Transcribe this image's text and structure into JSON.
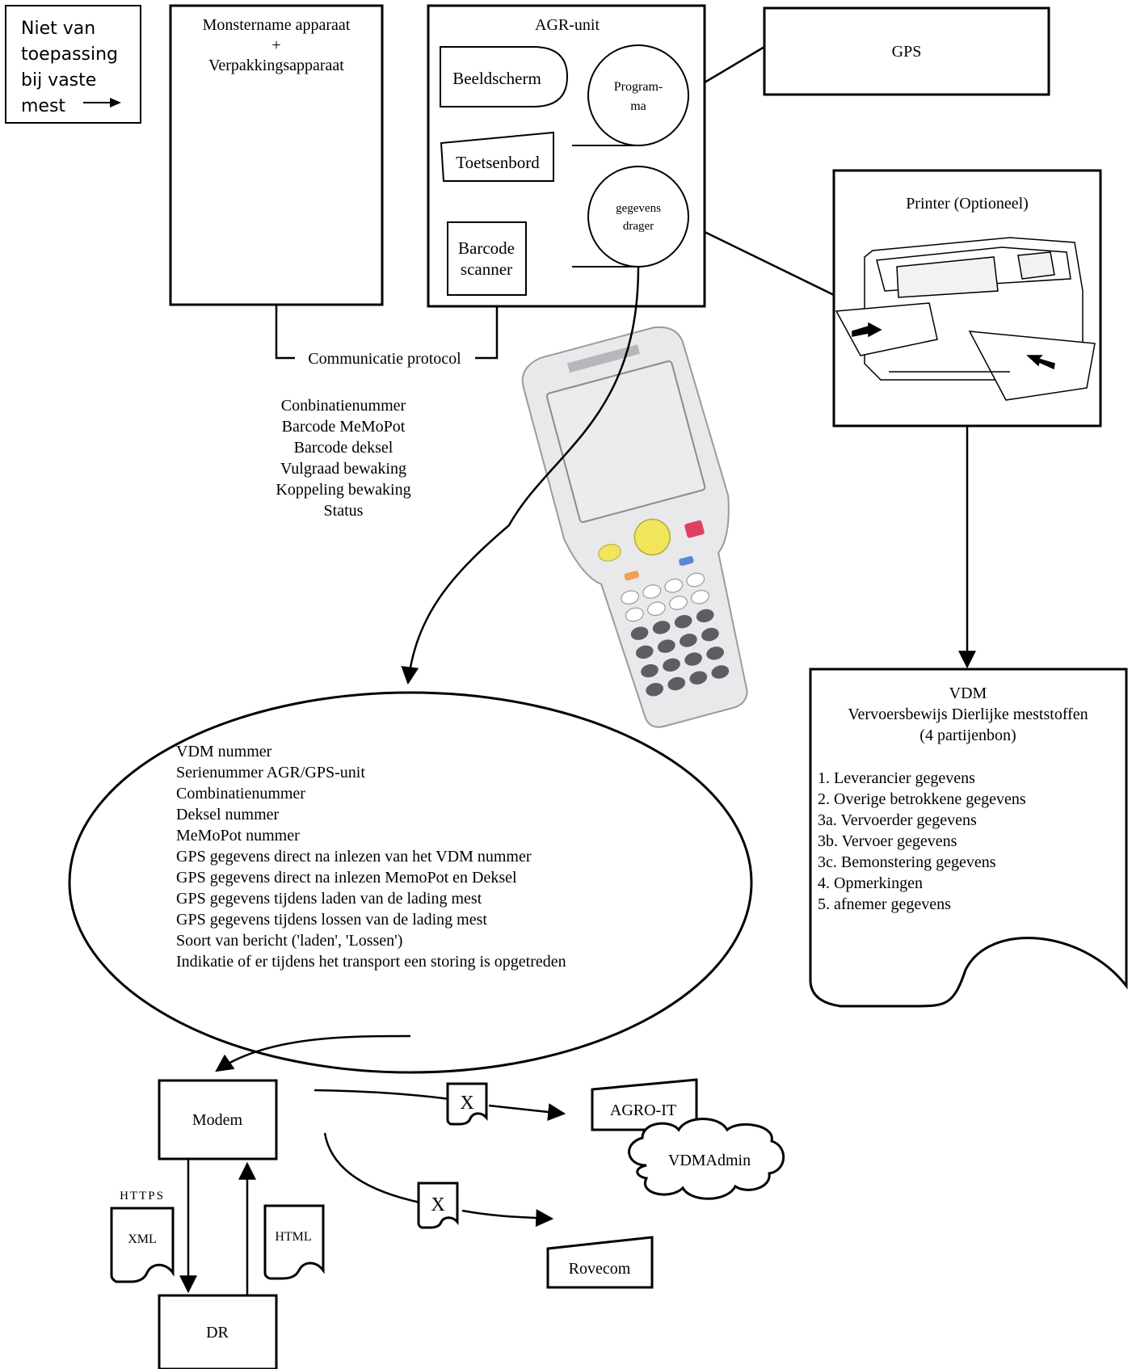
{
  "note": {
    "lines": [
      "Niet van",
      "toepassing",
      "bij vaste",
      "mest"
    ],
    "arrow": "⟶"
  },
  "monstername": {
    "line1": "Monstername apparaat",
    "line2": "+",
    "line3": "Verpakkingsapparaat"
  },
  "agr": {
    "title": "AGR-unit",
    "beeldscherm": "Beeldscherm",
    "programma_line1": "Program-",
    "programma_line2": "ma",
    "toetsenbord": "Toetsenbord",
    "gegevens_line1": "gegevens",
    "gegevens_line2": "drager",
    "barcode_line1": "Barcode",
    "barcode_line2": "scanner"
  },
  "gps": {
    "label": "GPS"
  },
  "printer": {
    "title": "Printer (Optioneel)"
  },
  "communicatie": {
    "label": "Communicatie protocol"
  },
  "handheld_list": [
    "Conbinatienummer",
    "Barcode MeMoPot",
    "Barcode deksel",
    "Vulgraad bewaking",
    "Koppeling bewaking",
    "Status"
  ],
  "vdm": {
    "line1": "VDM",
    "line2": "Vervoersbewijs Dierlijke meststoffen",
    "line3": "(4 partijenbon)",
    "items": [
      "1. Leverancier gegevens",
      "2. Overige betrokkene gegevens",
      "3a. Vervoerder gegevens",
      "3b. Vervoer gegevens",
      "3c. Bemonstering gegevens",
      "4. Opmerkingen",
      "5. afnemer gegevens"
    ]
  },
  "ellipse_items": [
    "VDM nummer",
    "Serienummer AGR/GPS-unit",
    "Combinatienummer",
    "Deksel  nummer",
    "MeMoPot nummer",
    "GPS gegevens direct na inlezen van het VDM nummer",
    "GPS gegevens direct na inlezen MemoPot en Deksel",
    "GPS gegevens tijdens laden van de lading mest",
    "GPS gegevens tijdens lossen van de lading mest",
    "Soort van bericht ('laden', 'Lossen')",
    "Indikatie of er tijdens het transport een storing is opgetreden"
  ],
  "modem": {
    "label": "Modem"
  },
  "dr": {
    "label": "DR"
  },
  "https": {
    "label": "HTTPS"
  },
  "xml": {
    "label": "XML"
  },
  "html_doc": {
    "label": "HTML"
  },
  "x1": {
    "label": "X"
  },
  "x2": {
    "label": "X"
  },
  "agroit": {
    "label": "AGRO-IT"
  },
  "vdmadmin": {
    "label": "VDMAdmin"
  },
  "rovecom": {
    "label": "Rovecom"
  }
}
